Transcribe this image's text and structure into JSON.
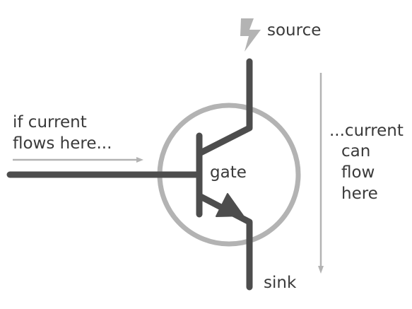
{
  "labels": {
    "source": "source",
    "sink": "sink",
    "gate": "gate",
    "input_line_1": "if current",
    "input_line_2": "flows here...",
    "output_line_1": "...current",
    "output_line_2": "can",
    "output_line_3": "flow",
    "output_line_4": "here"
  },
  "icons": {
    "source_symbol": "lightning-bolt"
  },
  "colors": {
    "wire": "#4d4d4d",
    "circle": "#b3b3b3",
    "arrow": "#b3b3b3",
    "text": "#3a3a3a"
  }
}
